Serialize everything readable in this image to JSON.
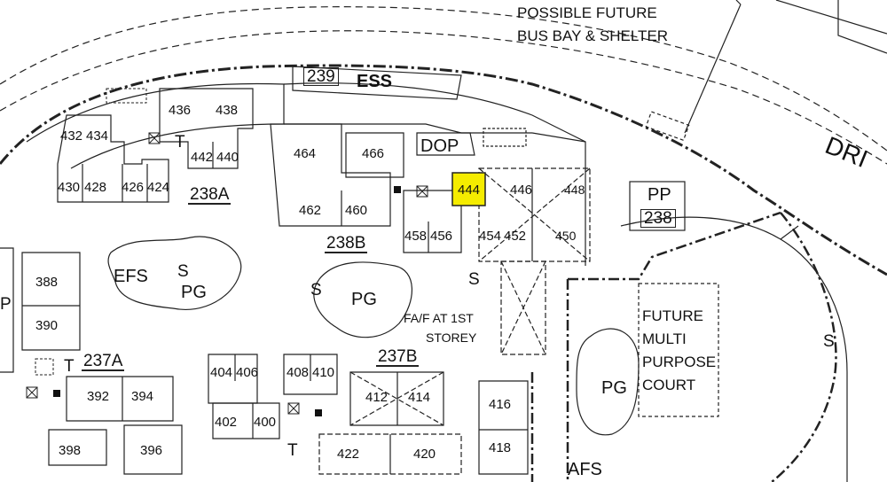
{
  "map": {
    "highlight_color": "#f5ec00",
    "highlight_unit": "444",
    "annotations": {
      "bus_bay_line1": "POSSIBLE FUTURE",
      "bus_bay_line2": "BUS BAY & SHELTER",
      "road_name": "DRI",
      "fa_f_line1": "FA/F AT 1ST",
      "fa_f_line2": "STOREY",
      "future_line1": "FUTURE",
      "future_line2": "MULTI",
      "future_line3": "PURPOSE",
      "future_line4": "COURT"
    },
    "blocks": {
      "b239": "239",
      "ess": "ESS",
      "dop": "DOP",
      "pp": "PP",
      "b238": "238",
      "b238a": "238A",
      "b238b": "238B",
      "b237a": "237A",
      "b237b": "237B"
    },
    "facilities": {
      "efs": "EFS",
      "afs": "AFS",
      "pg1": "PG",
      "pg2": "PG",
      "pg3": "PG",
      "s1": "S",
      "s2": "S",
      "s3": "S",
      "s4": "S",
      "t1": "T",
      "t2": "T",
      "t3": "T",
      "p": "P"
    },
    "units": {
      "u436": "436",
      "u438": "438",
      "u432": "432",
      "u434": "434",
      "u442": "442",
      "u440": "440",
      "u430": "430",
      "u428": "428",
      "u426": "426",
      "u424": "424",
      "u464": "464",
      "u466": "466",
      "u462": "462",
      "u460": "460",
      "u444": "444",
      "u446": "446",
      "u448": "448",
      "u458": "458",
      "u456": "456",
      "u454": "454",
      "u452": "452",
      "u450": "450",
      "u388": "388",
      "u390": "390",
      "u392": "392",
      "u394": "394",
      "u398": "398",
      "u396": "396",
      "u404": "404",
      "u406": "406",
      "u408": "408",
      "u410": "410",
      "u402": "402",
      "u400": "400",
      "u412": "412",
      "u414": "414",
      "u416": "416",
      "u418": "418",
      "u422": "422",
      "u420": "420"
    }
  }
}
